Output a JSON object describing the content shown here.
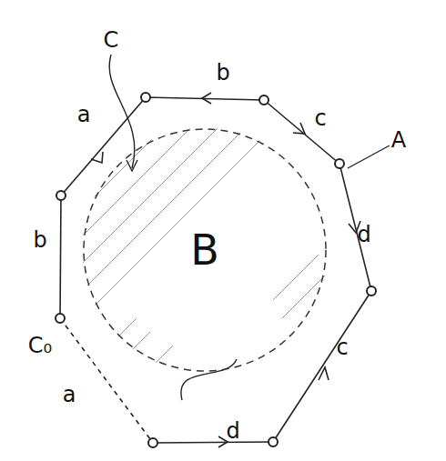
{
  "diagram": {
    "nodes": [
      {
        "text": [
          "B"
        ]
      }
    ],
    "labels": [
      "C",
      "b",
      "a",
      "c",
      "A",
      "d",
      "b",
      "C₀",
      "a",
      "c",
      "d"
    ]
  }
}
